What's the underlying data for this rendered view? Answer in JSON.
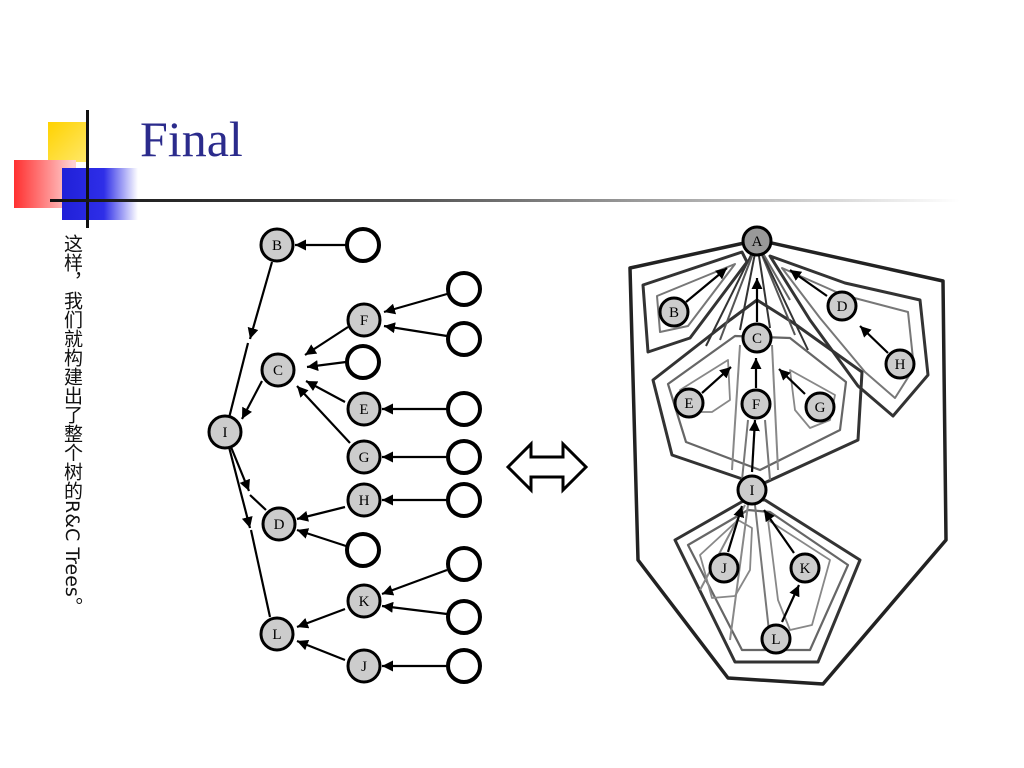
{
  "slide": {
    "title": "Final",
    "side_text": "这样，我们就构建出了整个树的R&C Trees。"
  },
  "diagram": {
    "equivalence_symbol": "⇔",
    "left_tree": {
      "nodes": [
        {
          "id": "B",
          "label": "B"
        },
        {
          "id": "C",
          "label": "C"
        },
        {
          "id": "F",
          "label": "F"
        },
        {
          "id": "E",
          "label": "E"
        },
        {
          "id": "G",
          "label": "G"
        },
        {
          "id": "I",
          "label": "I"
        },
        {
          "id": "H",
          "label": "H"
        },
        {
          "id": "D",
          "label": "D"
        },
        {
          "id": "K",
          "label": "K"
        },
        {
          "id": "L",
          "label": "L"
        },
        {
          "id": "J",
          "label": "J"
        }
      ]
    },
    "right_tree": {
      "nodes": [
        {
          "id": "A",
          "label": "A"
        },
        {
          "id": "B",
          "label": "B"
        },
        {
          "id": "D",
          "label": "D"
        },
        {
          "id": "C",
          "label": "C"
        },
        {
          "id": "H",
          "label": "H"
        },
        {
          "id": "E",
          "label": "E"
        },
        {
          "id": "F",
          "label": "F"
        },
        {
          "id": "G",
          "label": "G"
        },
        {
          "id": "I",
          "label": "I"
        },
        {
          "id": "J",
          "label": "J"
        },
        {
          "id": "K",
          "label": "K"
        },
        {
          "id": "L",
          "label": "L"
        }
      ]
    },
    "colors": {
      "node_fill": "#cccccc",
      "root_fill": "#999999",
      "outline_dark": "#222222",
      "outline_mid": "#444444",
      "outline_light": "#808080"
    }
  }
}
